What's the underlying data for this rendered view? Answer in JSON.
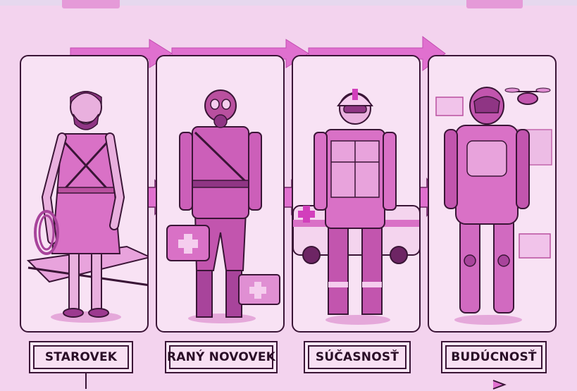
{
  "eras": [
    {
      "label": "STAROVEK",
      "figure": "ancient-rescuer-with-rope-and-stretcher"
    },
    {
      "label": "RANÝ NOVOVEK",
      "figure": "soldier-medic-with-gas-mask-and-medkits"
    },
    {
      "label": "SÚČASNOSŤ",
      "figure": "paramedic-with-ambulance"
    },
    {
      "label": "BUDÚCNOSŤ",
      "figure": "robotic-exosuit-rescuer-with-drone"
    }
  ],
  "colors": {
    "background": "#f3d3ee",
    "outline": "#3a1536",
    "accent": "#d23fbc",
    "panel": "#f8e2f4"
  }
}
